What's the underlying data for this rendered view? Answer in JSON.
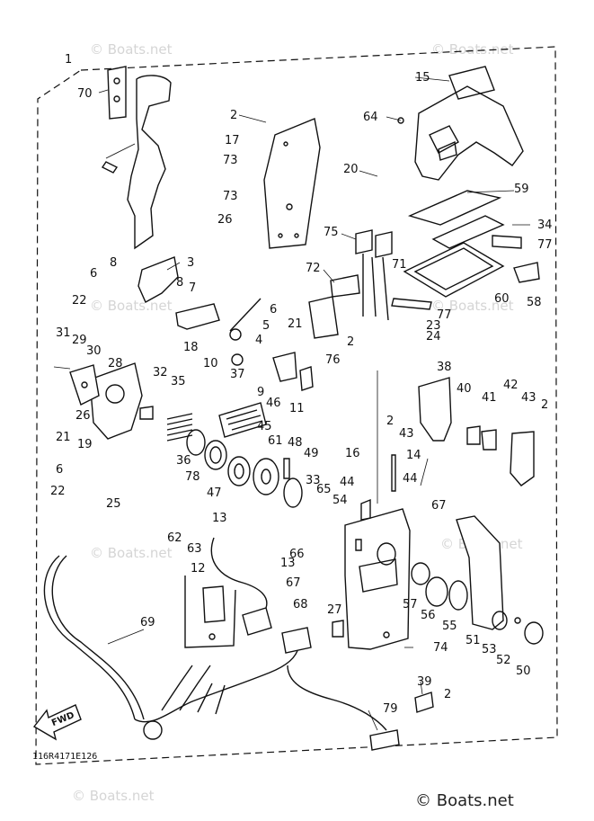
{
  "callouts": [
    {
      "label": "1"
    },
    {
      "label": "70"
    },
    {
      "label": "15"
    },
    {
      "label": "64"
    },
    {
      "label": "2"
    },
    {
      "label": "17"
    },
    {
      "label": "73"
    },
    {
      "label": "20"
    },
    {
      "label": "59"
    },
    {
      "label": "73"
    },
    {
      "label": "26"
    },
    {
      "label": "34"
    },
    {
      "label": "75"
    },
    {
      "label": "77"
    },
    {
      "label": "71"
    },
    {
      "label": "72"
    },
    {
      "label": "58"
    },
    {
      "label": "60"
    },
    {
      "label": "77"
    },
    {
      "label": "23"
    },
    {
      "label": "24"
    },
    {
      "label": "3"
    },
    {
      "label": "8"
    },
    {
      "label": "6"
    },
    {
      "label": "8"
    },
    {
      "label": "7"
    },
    {
      "label": "22"
    },
    {
      "label": "6"
    },
    {
      "label": "5"
    },
    {
      "label": "21"
    },
    {
      "label": "2"
    },
    {
      "label": "76"
    },
    {
      "label": "31"
    },
    {
      "label": "29"
    },
    {
      "label": "30"
    },
    {
      "label": "18"
    },
    {
      "label": "10"
    },
    {
      "label": "4"
    },
    {
      "label": "37"
    },
    {
      "label": "28"
    },
    {
      "label": "32"
    },
    {
      "label": "35"
    },
    {
      "label": "9"
    },
    {
      "label": "11"
    },
    {
      "label": "38"
    },
    {
      "label": "40"
    },
    {
      "label": "41"
    },
    {
      "label": "42"
    },
    {
      "label": "43"
    },
    {
      "label": "2"
    },
    {
      "label": "46"
    },
    {
      "label": "26"
    },
    {
      "label": "45"
    },
    {
      "label": "2"
    },
    {
      "label": "43"
    },
    {
      "label": "21"
    },
    {
      "label": "19"
    },
    {
      "label": "36"
    },
    {
      "label": "61"
    },
    {
      "label": "48"
    },
    {
      "label": "49"
    },
    {
      "label": "16"
    },
    {
      "label": "14"
    },
    {
      "label": "6"
    },
    {
      "label": "78"
    },
    {
      "label": "47"
    },
    {
      "label": "44"
    },
    {
      "label": "44"
    },
    {
      "label": "33"
    },
    {
      "label": "22"
    },
    {
      "label": "25"
    },
    {
      "label": "65"
    },
    {
      "label": "54"
    },
    {
      "label": "67"
    },
    {
      "label": "13"
    },
    {
      "label": "62"
    },
    {
      "label": "63"
    },
    {
      "label": "13"
    },
    {
      "label": "66"
    },
    {
      "label": "12"
    },
    {
      "label": "67"
    },
    {
      "label": "57"
    },
    {
      "label": "56"
    },
    {
      "label": "55"
    },
    {
      "label": "68"
    },
    {
      "label": "27"
    },
    {
      "label": "69"
    },
    {
      "label": "51"
    },
    {
      "label": "53"
    },
    {
      "label": "52"
    },
    {
      "label": "50"
    },
    {
      "label": "74"
    },
    {
      "label": "39"
    },
    {
      "label": "2"
    },
    {
      "label": "79"
    }
  ],
  "fwd_label": "FWD",
  "drawing_code": "116R4171E126",
  "watermark_faint": "© Boats.net",
  "watermark_main": "© Boats.net",
  "colors": {
    "ink": "#111111",
    "watermark": "#d5d5d5",
    "background": "#ffffff"
  }
}
